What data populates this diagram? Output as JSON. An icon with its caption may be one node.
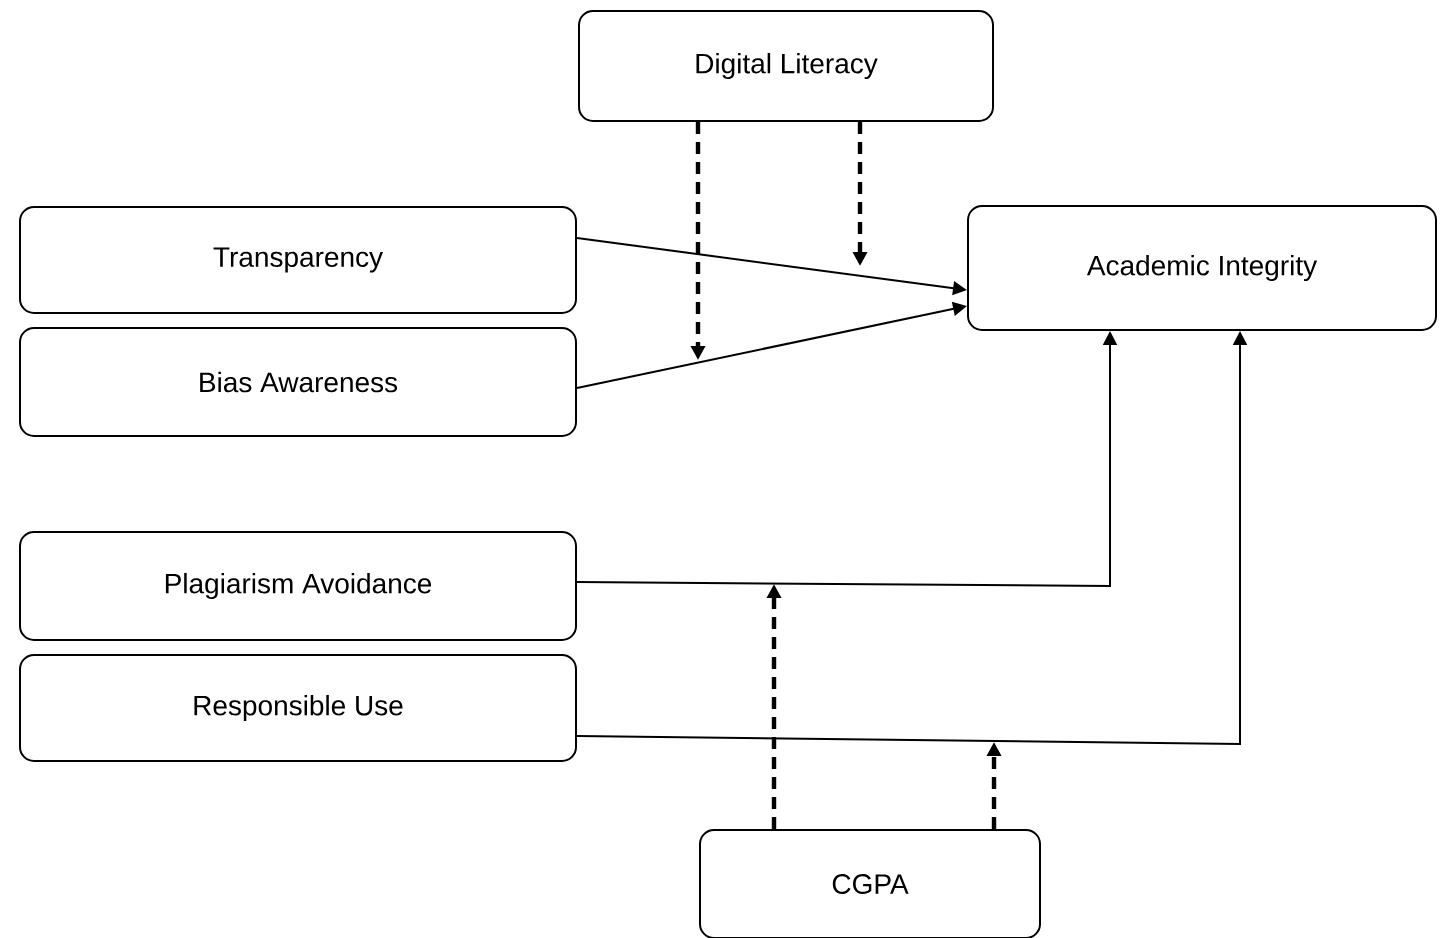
{
  "diagram": {
    "nodes": [
      {
        "text": [
          "Digital Literacy"
        ]
      },
      {
        "text": [
          "Transparency"
        ]
      },
      {
        "text": [
          "Academic Integrity"
        ]
      },
      {
        "text": [
          "Bias Awareness"
        ]
      },
      {
        "text": [
          "Plagiarism Avoidance"
        ]
      },
      {
        "text": [
          "Responsible Use"
        ]
      },
      {
        "text": [
          "CGPA"
        ]
      }
    ],
    "edges": [
      {
        "from": 1,
        "to": 2,
        "arrow": "to"
      },
      {
        "from": 3,
        "to": 2,
        "arrow": "to"
      },
      {
        "from": 4,
        "to": 2,
        "arrow": "to"
      },
      {
        "from": 5,
        "to": 2,
        "arrow": "to"
      },
      {
        "from": 0,
        "to": null,
        "arrow": "to",
        "style": "dashed"
      },
      {
        "from": 0,
        "to": null,
        "arrow": "to",
        "style": "dashed"
      },
      {
        "from": 6,
        "to": null,
        "arrow": "to",
        "style": "dashed"
      },
      {
        "from": 6,
        "to": null,
        "arrow": "to",
        "style": "dashed"
      }
    ]
  }
}
